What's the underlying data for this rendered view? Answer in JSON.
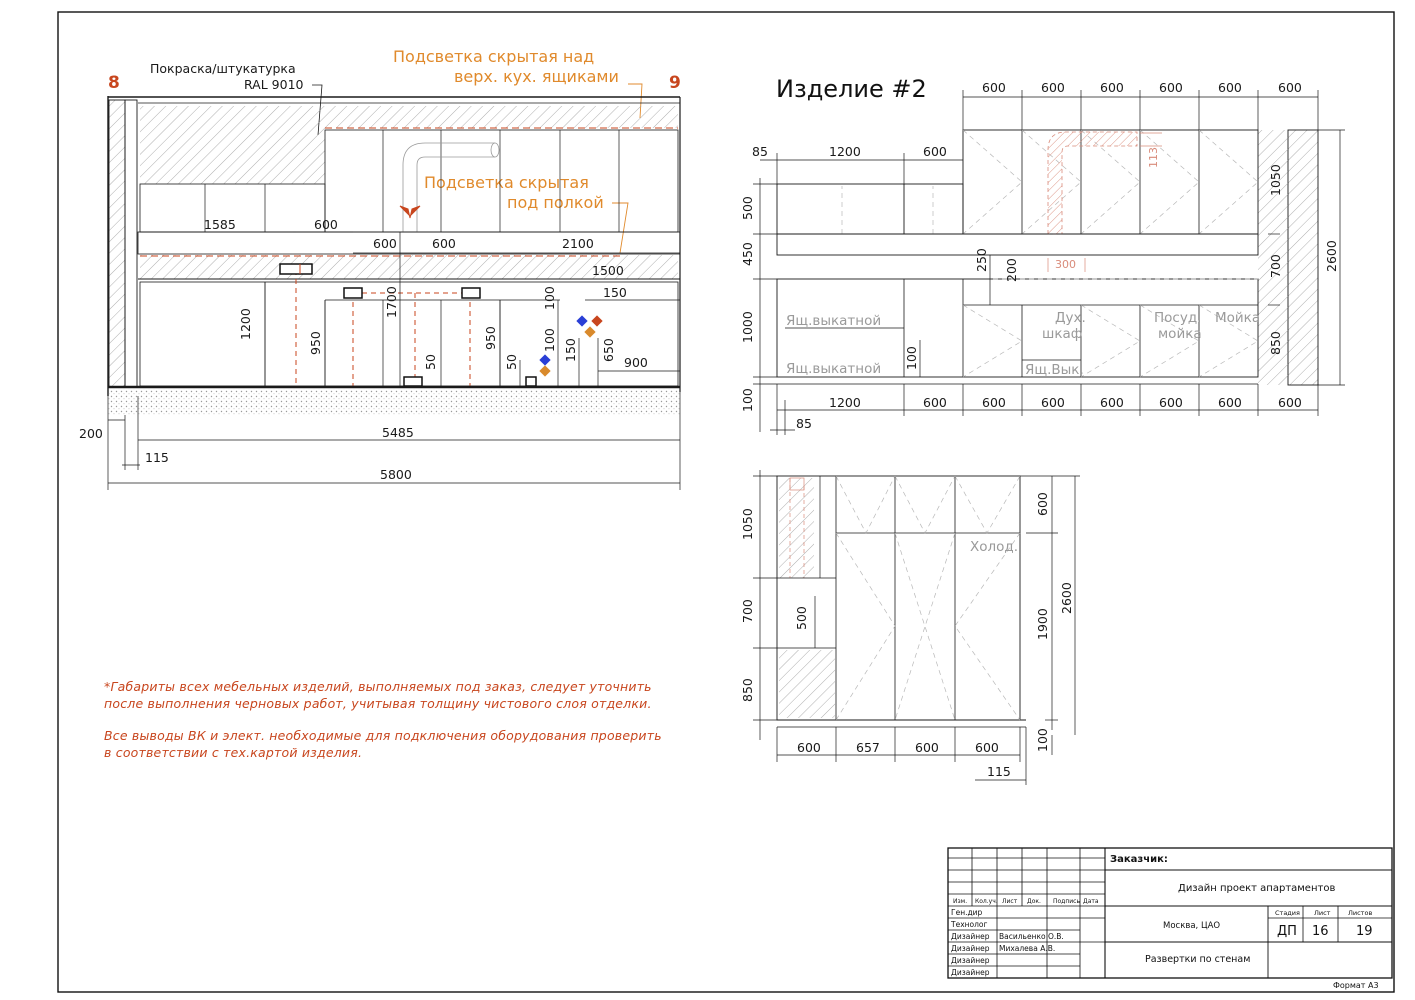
{
  "elevation": {
    "axis_left": "8",
    "axis_right": "9",
    "finish_label": "Покраска/штукатурка",
    "finish_color": "RAL 9010",
    "light_top_1": "Подсветка скрытая над",
    "light_top_2": "верх. кух. ящиками",
    "light_shelf_1": "Подсветка скрытая",
    "light_shelf_2": "под полкой",
    "dims": {
      "d1585": "1585",
      "d600a": "600",
      "d600b": "600",
      "d600c": "600",
      "d2100": "2100",
      "d1500": "1500",
      "d150a": "150",
      "d100a": "100",
      "d1700": "1700",
      "d1200": "1200",
      "d950a": "950",
      "d950b": "950",
      "d50a": "50",
      "d50b": "50",
      "d100b": "100",
      "d150b": "150",
      "d650": "650",
      "d900": "900",
      "d200": "200",
      "d5485": "5485",
      "d115": "115",
      "d5800": "5800"
    }
  },
  "product": {
    "title": "Изделие #2",
    "top_dims": [
      "600",
      "600",
      "600",
      "600",
      "600",
      "600"
    ],
    "d85": "85",
    "d1200": "1200",
    "d600": "600",
    "d113": "113",
    "left_dims": [
      "500",
      "450",
      "1000",
      "100"
    ],
    "right_dims": [
      "1050",
      "700",
      "850",
      "2600"
    ],
    "d250": "250",
    "d200": "200",
    "d300": "300",
    "d100": "100",
    "labels": {
      "drawer1": "Ящ.выкатной",
      "drawer2": "Ящ.выкатной",
      "oven_1": "Дух.",
      "oven_2": "шкаф",
      "drawer3": "Ящ.Вык.",
      "dish_1": "Посуд.",
      "dish_2": "мойка",
      "sink": "Мойка"
    },
    "bottom_dims": [
      "1200",
      "600",
      "600",
      "600",
      "600",
      "600",
      "600",
      "600"
    ],
    "bottom_d85": "85"
  },
  "side": {
    "left_dims": [
      "1050",
      "700",
      "850"
    ],
    "d500": "500",
    "d600top": "600",
    "d1900": "1900",
    "d2600": "2600",
    "fridge": "Холод.",
    "bottom_dims": [
      "600",
      "657",
      "600",
      "600"
    ],
    "d100": "100",
    "d115": "115"
  },
  "notes": {
    "line1": "*Габариты всех мебельных изделий, выполняемых под заказ, следует уточнить",
    "line2": "после выполнения черновых работ, учитывая толщину чистового слоя отделки.",
    "line3": "Все выводы ВК и элект. необходимые для подключения оборудования проверить",
    "line4": "в соответствии с тех.картой изделия."
  },
  "title_block": {
    "customer": "Заказчик:",
    "project": "Дизайн проект апартаментов",
    "location": "Москва, ЦАО",
    "sheet_title": "Развертки по стенам",
    "headers": [
      "Изм.",
      "Кол.уч.",
      "Лист",
      "Док.",
      "Подпись",
      "Дата"
    ],
    "roles": [
      "Ген.дир",
      "Технолог",
      "Дизайнер",
      "Дизайнер",
      "Дизайнер",
      "Дизайнер"
    ],
    "names": [
      "",
      "",
      "Васильенко О.В.",
      "Михалева А.В.",
      "",
      ""
    ],
    "stage_label": "Стадия",
    "sheet_label": "Лист",
    "sheets_label": "Листов",
    "stage": "ДП",
    "sheet": "16",
    "sheets": "19",
    "format": "Формат А3"
  },
  "colors": {
    "ink": "#1a1a1a",
    "accent": "#c8461e",
    "orange": "#e08a2c",
    "blue": "#2a3fd6"
  }
}
